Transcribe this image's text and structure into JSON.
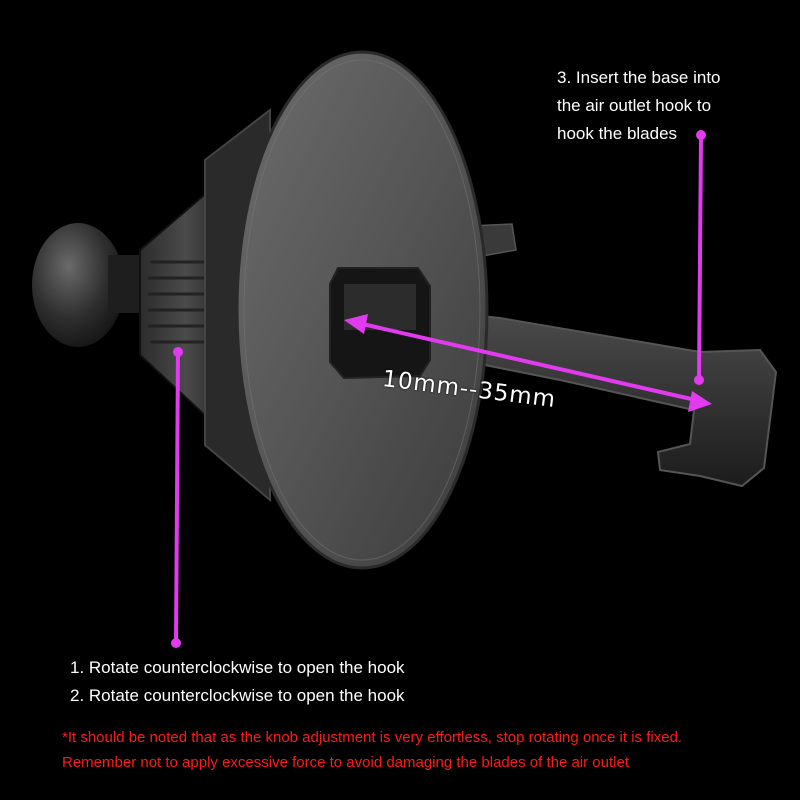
{
  "faded_heading": "",
  "step3": {
    "line1": "3. Insert the base into",
    "line2": "the air outlet hook to",
    "line3": "hook the blades"
  },
  "range_label": "10mm--35mm",
  "step1": "1.  Rotate counterclockwise to open the hook",
  "step2": "2. Rotate counterclockwise to open the hook",
  "note": {
    "line1": "*It should be noted that as the knob adjustment is very effortless, stop rotating once it is fixed.",
    "line2": "Remember not to apply excessive force to avoid damaging the blades of the air outlet"
  },
  "colors": {
    "background": "#000000",
    "annotation": "#e23bef",
    "note_text": "#ff1a1a",
    "product": "#4a4a4a"
  }
}
